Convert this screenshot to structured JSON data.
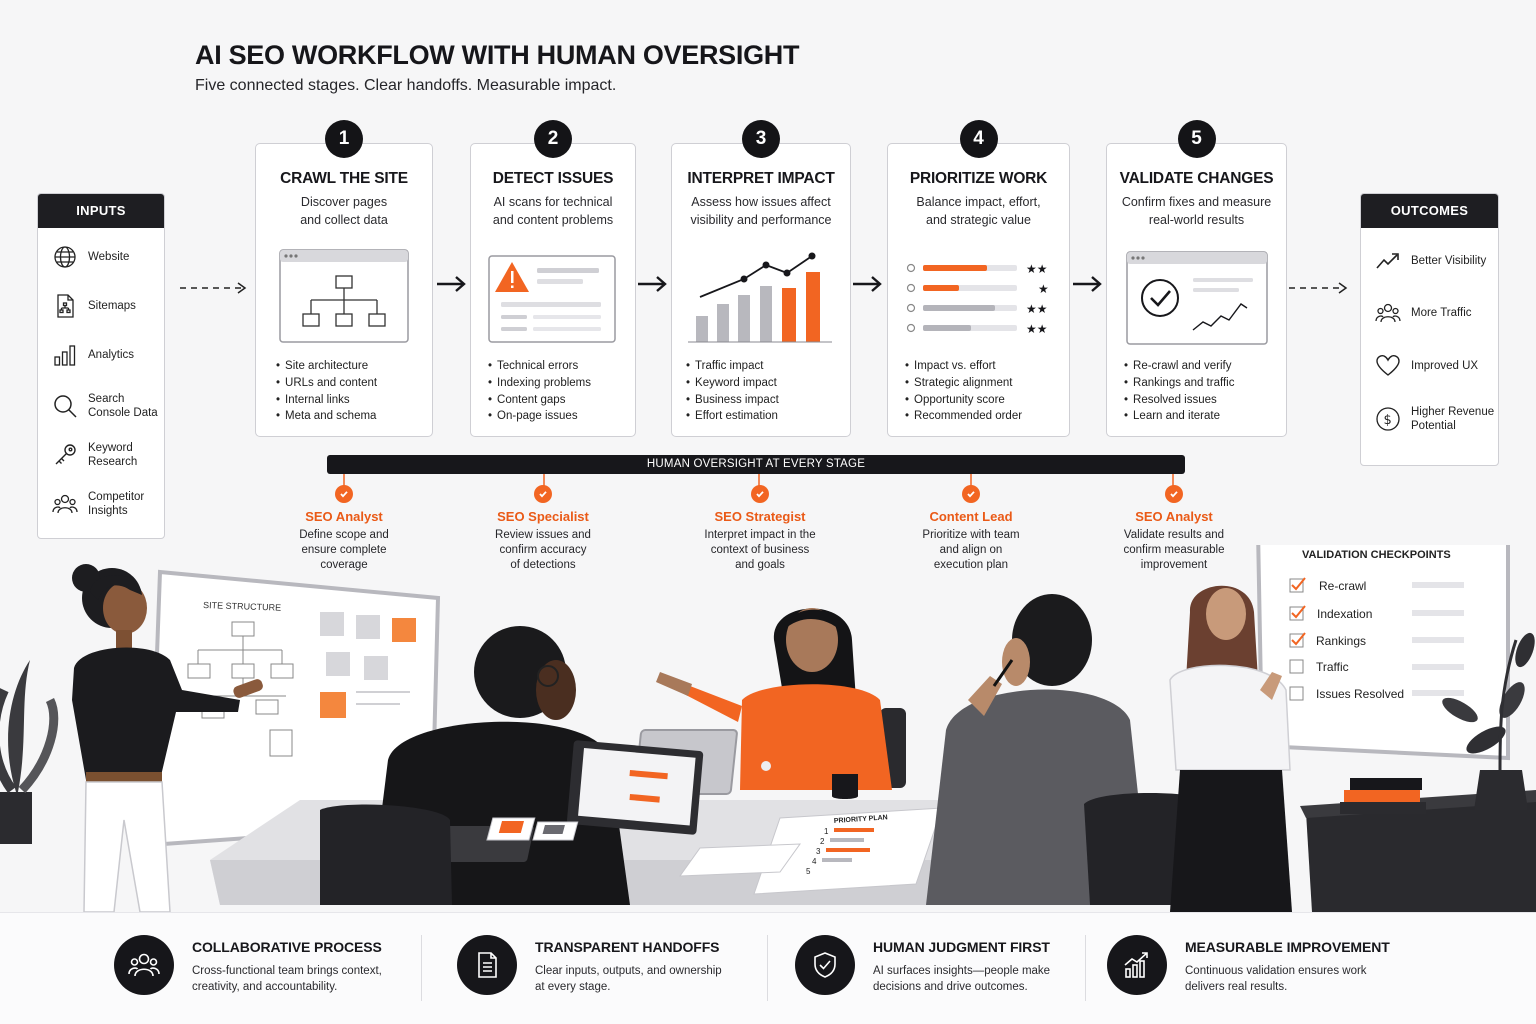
{
  "header": {
    "title": "AI SEO WORKFLOW WITH HUMAN OVERSIGHT",
    "subtitle": "Five connected stages. Clear handoffs. Measurable impact."
  },
  "inputs": {
    "heading": "INPUTS",
    "items": [
      {
        "label": "Website",
        "icon": "globe-icon"
      },
      {
        "label": "Sitemaps",
        "icon": "sitemap-document-icon"
      },
      {
        "label": "Analytics",
        "icon": "bar-chart-icon"
      },
      {
        "label": "Search\nConsole Data",
        "icon": "search-icon"
      },
      {
        "label": "Keyword\nResearch",
        "icon": "key-icon"
      },
      {
        "label": "Competitor\nInsights",
        "icon": "people-group-icon"
      }
    ]
  },
  "outcomes": {
    "heading": "OUTCOMES",
    "items": [
      {
        "label": "Better Visibility",
        "icon": "trend-up-icon"
      },
      {
        "label": "More Traffic",
        "icon": "people-group-icon"
      },
      {
        "label": "Improved UX",
        "icon": "heart-icon"
      },
      {
        "label": "Higher Revenue\nPotential",
        "icon": "dollar-icon"
      }
    ]
  },
  "stages": [
    {
      "num": "1",
      "title": "CRAWL THE SITE",
      "desc": "Discover pages\nand collect data",
      "bullets": [
        "Site architecture",
        "URLs and content",
        "Internal links",
        "Meta and schema"
      ]
    },
    {
      "num": "2",
      "title": "DETECT ISSUES",
      "desc": "AI scans for technical\nand content problems",
      "bullets": [
        "Technical errors",
        "Indexing problems",
        "Content gaps",
        "On-page issues"
      ]
    },
    {
      "num": "3",
      "title": "INTERPRET IMPACT",
      "desc": "Assess how issues affect\nvisibility and performance",
      "bullets": [
        "Traffic impact",
        "Keyword impact",
        "Business impact",
        "Effort estimation"
      ]
    },
    {
      "num": "4",
      "title": "PRIORITIZE WORK",
      "desc": "Balance impact, effort,\nand strategic value",
      "bullets": [
        "Impact vs. effort",
        "Strategic alignment",
        "Opportunity score",
        "Recommended order"
      ]
    },
    {
      "num": "5",
      "title": "VALIDATE CHANGES",
      "desc": "Confirm fixes and measure\nreal-world results",
      "bullets": [
        "Re-crawl and verify",
        "Rankings and traffic",
        "Resolved issues",
        "Learn and iterate"
      ]
    }
  ],
  "oversight": {
    "label": "HUMAN OVERSIGHT AT EVERY STAGE",
    "roles": [
      {
        "name": "SEO Analyst",
        "desc": "Define scope and\nensure complete\ncoverage"
      },
      {
        "name": "SEO Specialist",
        "desc": "Review issues and\nconfirm accuracy\nof detections"
      },
      {
        "name": "SEO Strategist",
        "desc": "Interpret impact in the\ncontext of business\nand goals"
      },
      {
        "name": "Content Lead",
        "desc": "Prioritize with team\nand align on\nexecution plan"
      },
      {
        "name": "SEO Analyst",
        "desc": "Validate results and\nconfirm measurable\nimprovement"
      }
    ]
  },
  "scene": {
    "whiteboard_label": "SITE STRUCTURE",
    "priority_plan_label": "PRIORITY PLAN",
    "priority_numbers": [
      "1",
      "2",
      "3",
      "4",
      "5"
    ],
    "validation": {
      "title": "VALIDATION CHECKPOINTS",
      "items": [
        {
          "label": "Re-crawl",
          "checked": true
        },
        {
          "label": "Indexation",
          "checked": true
        },
        {
          "label": "Rankings",
          "checked": true
        },
        {
          "label": "Traffic",
          "checked": false
        },
        {
          "label": "Issues Resolved",
          "checked": false
        }
      ]
    }
  },
  "footer": {
    "features": [
      {
        "title": "COLLABORATIVE PROCESS",
        "desc": "Cross-functional team brings context,\ncreativity, and accountability.",
        "icon": "team-icon"
      },
      {
        "title": "TRANSPARENT HANDOFFS",
        "desc": "Clear inputs, outputs, and ownership\nat every stage.",
        "icon": "document-icon"
      },
      {
        "title": "HUMAN JUDGMENT FIRST",
        "desc": "AI surfaces insights—people make\ndecisions and drive outcomes.",
        "icon": "shield-check-icon"
      },
      {
        "title": "MEASURABLE IMPROVEMENT",
        "desc": "Continuous validation ensures work\ndelivers real results.",
        "icon": "growth-chart-icon"
      }
    ]
  },
  "colors": {
    "accent": "#f26522",
    "dark": "#16161a",
    "panel_border": "#cfcfd4"
  }
}
